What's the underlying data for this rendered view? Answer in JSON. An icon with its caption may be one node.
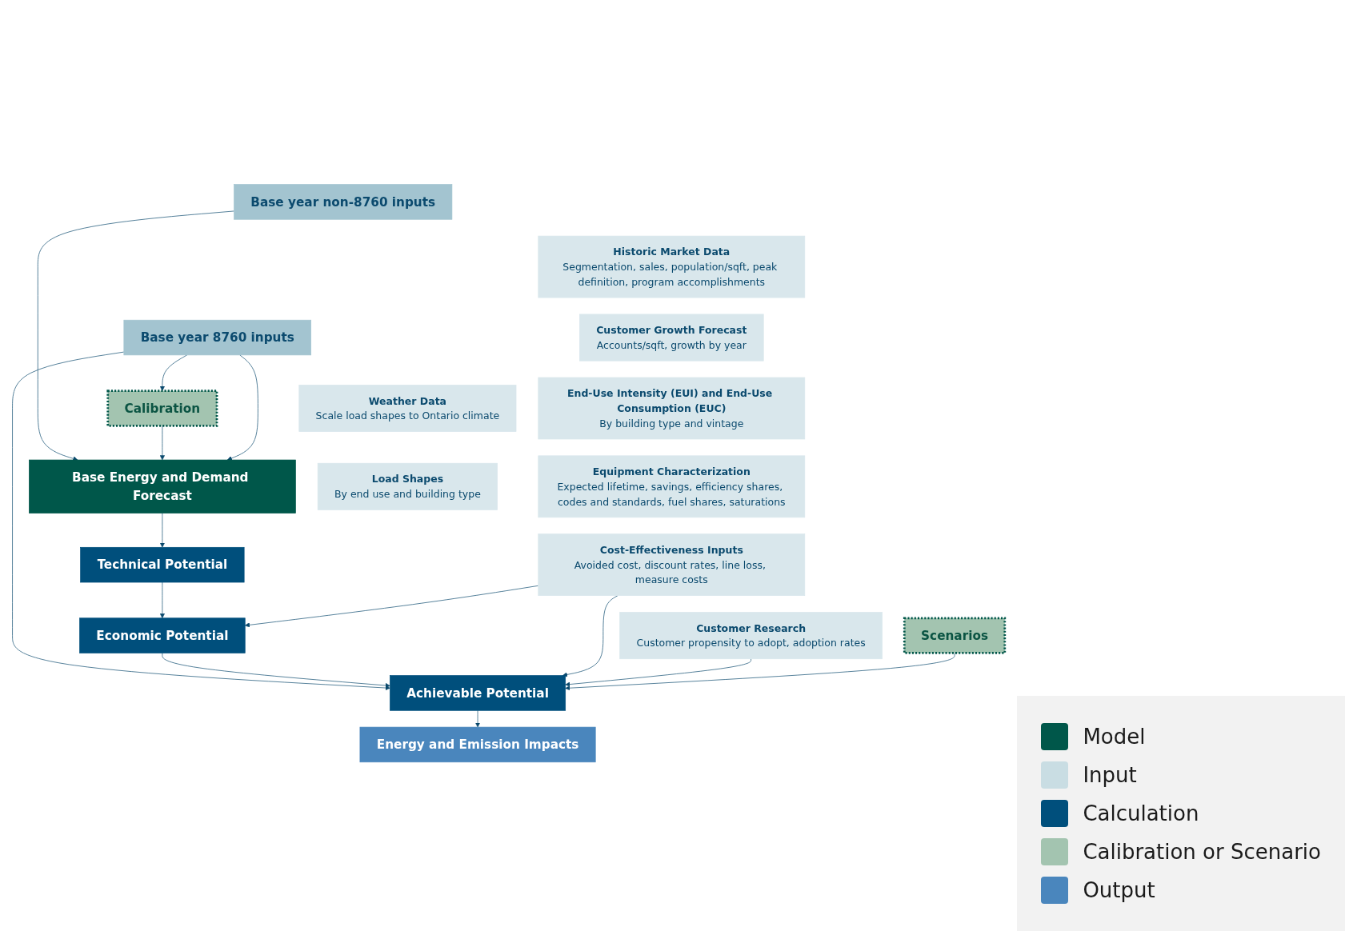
{
  "diagram": {
    "nodes": [
      {
        "text": [
          "Base year non-8760 inputs"
        ]
      },
      {
        "text": [
          "Historic Market Data",
          "Segmentation, sales, population/sqft, peak definition, program accomplishments"
        ]
      },
      {
        "text": [
          "Customer Growth Forecast",
          "Accounts/sqft, growth by year"
        ]
      },
      {
        "text": [
          "End-Use Intensity (EUI) and End-Use Consumption (EUC)",
          "By building type and vintage"
        ]
      },
      {
        "text": [
          "Equipment Characterization",
          "Expected lifetime, savings, efficiency shares, codes and standards, fuel shares, saturations"
        ]
      },
      {
        "text": [
          "Cost-Effectiveness Inputs",
          "Avoided cost, discount rates, line loss, measure costs"
        ]
      },
      {
        "text": [
          "Customer Research",
          "Customer propensity to adopt, adoption rates"
        ]
      },
      {
        "text": [
          "Calibration"
        ]
      },
      {
        "text": [
          "Base Energy and Demand Forecast"
        ]
      },
      {
        "text": [
          "Technical Potential"
        ]
      },
      {
        "text": [
          "Economic Potential"
        ]
      },
      {
        "text": [
          "Achievable Potential"
        ]
      },
      {
        "text": [
          "Energy and Emission Impacts"
        ]
      },
      {
        "text": [
          "Base year 8760 inputs"
        ]
      },
      {
        "text": [
          "Weather Data",
          "Scale load shapes to Ontario climate"
        ]
      },
      {
        "text": [
          "Load Shapes",
          "By end use and building type"
        ]
      },
      {
        "text": [
          "Scenarios"
        ]
      }
    ],
    "edges": [
      {
        "from": 0,
        "to": 8,
        "arrow": "to"
      },
      {
        "from": 7,
        "to": 8,
        "arrow": "to"
      },
      {
        "from": 13,
        "to": 8,
        "arrow": "to"
      },
      {
        "from": 13,
        "to": 7,
        "arrow": "to"
      },
      {
        "from": 13,
        "to": 11,
        "arrow": "to"
      },
      {
        "from": 8,
        "to": 9,
        "arrow": "to"
      },
      {
        "from": 9,
        "to": 10,
        "arrow": "to"
      },
      {
        "from": 10,
        "to": 11,
        "arrow": "to"
      },
      {
        "from": 11,
        "to": 12,
        "arrow": "to"
      },
      {
        "from": 5,
        "to": 10,
        "arrow": "to"
      },
      {
        "from": 5,
        "to": 11,
        "arrow": "to"
      },
      {
        "from": 6,
        "to": 11,
        "arrow": "to"
      },
      {
        "from": 16,
        "to": 11,
        "arrow": "to"
      }
    ],
    "legend": [
      {
        "text": "Model",
        "color": "#00574a"
      },
      {
        "text": "Input",
        "color": "#c9dde3"
      },
      {
        "text": "Calculation",
        "color": "#004f7c"
      },
      {
        "text": "Calibration or Scenario",
        "color": "#a3c4b0"
      },
      {
        "text": "Output",
        "color": "#4a86bd"
      }
    ]
  }
}
